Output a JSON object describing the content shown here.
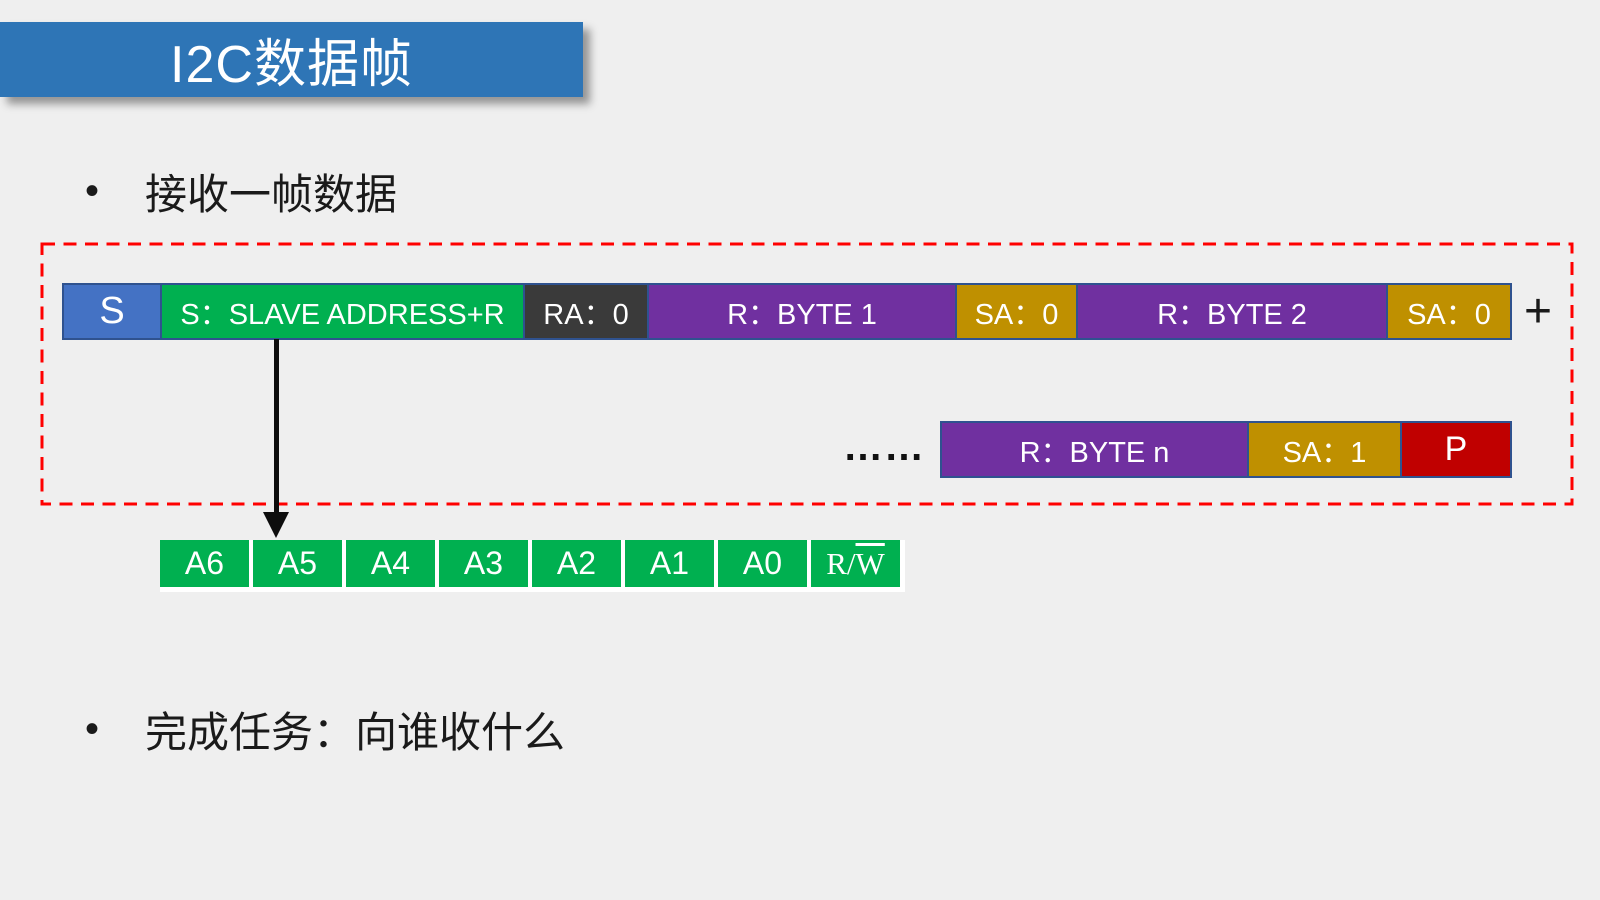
{
  "title": "I2C数据帧",
  "bullets": {
    "receive": {
      "marker": "•",
      "text": "接收一帧数据"
    },
    "task": {
      "marker": "•",
      "text": "完成任务：向谁收什么"
    }
  },
  "frame": {
    "row1": {
      "start": "S",
      "slave_address": "S：SLAVE ADDRESS+R",
      "ra_ack": "RA：0",
      "byte1": "R：BYTE 1",
      "sa_after_byte1": "SA：0",
      "byte2": "R：BYTE 2",
      "sa_after_byte2": "SA：0",
      "plus": "+"
    },
    "row2": {
      "ellipsis": "……",
      "byten": "R：BYTE n",
      "sa_after_byten": "SA：1",
      "stop": "P"
    },
    "address_bits": [
      "A6",
      "A5",
      "A4",
      "A3",
      "A2",
      "A1",
      "A0"
    ],
    "rw_bit": {
      "prefix": "R/",
      "overlined": "W"
    }
  },
  "colors": {
    "background": "#efefef",
    "title_bar": "#2e75b6",
    "start_block": "#4472c4",
    "address_green": "#00b050",
    "ack_dark": "#3a3a3a",
    "byte_purple": "#7030a0",
    "ack_gold": "#bf9000",
    "stop_red": "#c00000",
    "block_border": "#2f528f",
    "dashed_outline": "#ff0000",
    "block_text": "#ffffff",
    "body_text": "#1a1a1a"
  }
}
